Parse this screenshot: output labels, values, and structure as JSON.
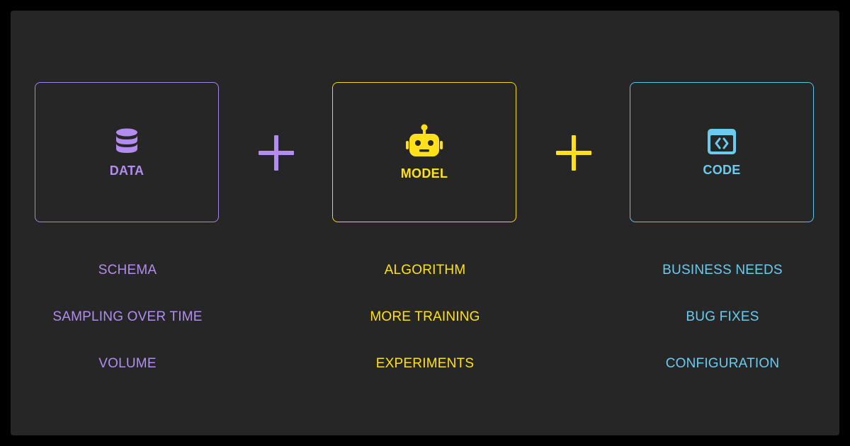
{
  "colors": {
    "background": "#262626",
    "data": "#b28cf0",
    "model": "#ffe01a",
    "code": "#69cbef"
  },
  "columns": [
    {
      "title": "DATA",
      "icon": "database-icon",
      "items": [
        "SCHEMA",
        "SAMPLING OVER TIME",
        "VOLUME"
      ]
    },
    {
      "title": "MODEL",
      "icon": "robot-icon",
      "items": [
        "ALGORITHM",
        "MORE TRAINING",
        "EXPERIMENTS"
      ]
    },
    {
      "title": "CODE",
      "icon": "code-window-icon",
      "items": [
        "BUSINESS NEEDS",
        "BUG FIXES",
        "CONFIGURATION"
      ]
    }
  ],
  "operators": [
    "plus-icon",
    "plus-icon"
  ]
}
